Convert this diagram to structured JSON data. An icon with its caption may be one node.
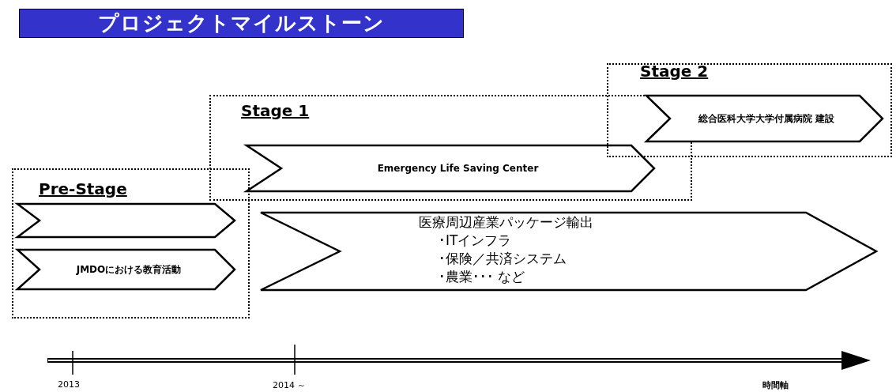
{
  "diagram": {
    "title": "プロジェクトマイルストーン",
    "nodes": [
      {
        "text": [
          "Pre-Stage"
        ]
      },
      {
        "text": [
          "Stage 1"
        ]
      },
      {
        "text": [
          "Stage 2"
        ]
      },
      {
        "text": [],
        "shape": "chevron",
        "in": 0
      },
      {
        "text": [
          "JMDOにおける教育活動"
        ],
        "in": 0
      },
      {
        "text": [
          "Emergency Life Saving Center"
        ],
        "in": 1
      },
      {
        "text": [
          "総合医科大学大学付属病院 建設"
        ],
        "in": 2
      },
      {
        "text": [
          "医療周辺産業パッケージ輸出",
          "･ITインフラ",
          "･保険／共済システム",
          "･農業･･･ など"
        ]
      }
    ],
    "labels": [
      "2013",
      "2014 ～",
      "時間軸"
    ]
  }
}
